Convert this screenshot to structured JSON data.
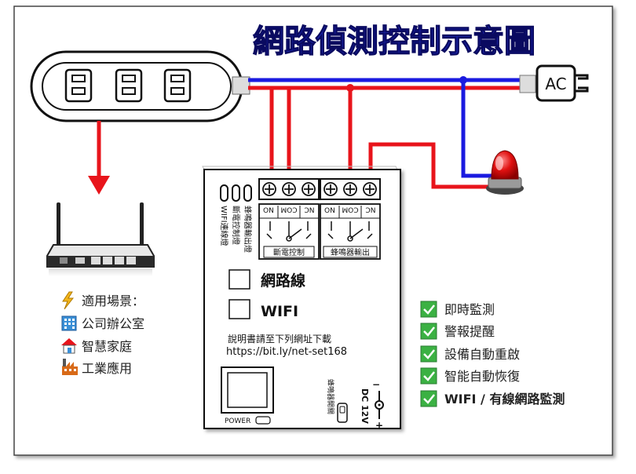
{
  "title": "網路偵測控制示意圖",
  "ac_label": "AC",
  "scenes": {
    "header": "適用場景：",
    "items": [
      "公司辦公室",
      "智慧家庭",
      "工業應用"
    ],
    "icons": [
      "lightning-icon",
      "office-building-icon",
      "house-icon",
      "factory-icon"
    ]
  },
  "features": {
    "items": [
      "即時監測",
      "警報提醒",
      "設備自動重啟",
      "智能自動恢復",
      "WIFI / 有線網路監測"
    ],
    "check_color": "#3bb143"
  },
  "device": {
    "leds_label_1": "蜂鳴器輸出燈",
    "leds_label_2": "斷電控制燈",
    "leds_label_3": "WIFI連線燈",
    "relay1_label": "斷電控制",
    "relay2_label": "蜂鳴器輸出",
    "terminal_nc": "NC",
    "terminal_com": "COM",
    "terminal_no": "NO",
    "option_wired": "網路線",
    "option_wifi": "WIFI",
    "manual_text": "說明書請至下列網址下載",
    "manual_url": "https://bit.ly/net-set168",
    "power_label": "POWER",
    "buzzer_switch_label": "蜂鳴器開關",
    "dc_label": "DC 12V"
  },
  "colors": {
    "title": "#1f2fd6",
    "wire_red": "#e8141b",
    "wire_blue": "#1a1ae0",
    "arrow_red": "#e8141b"
  }
}
